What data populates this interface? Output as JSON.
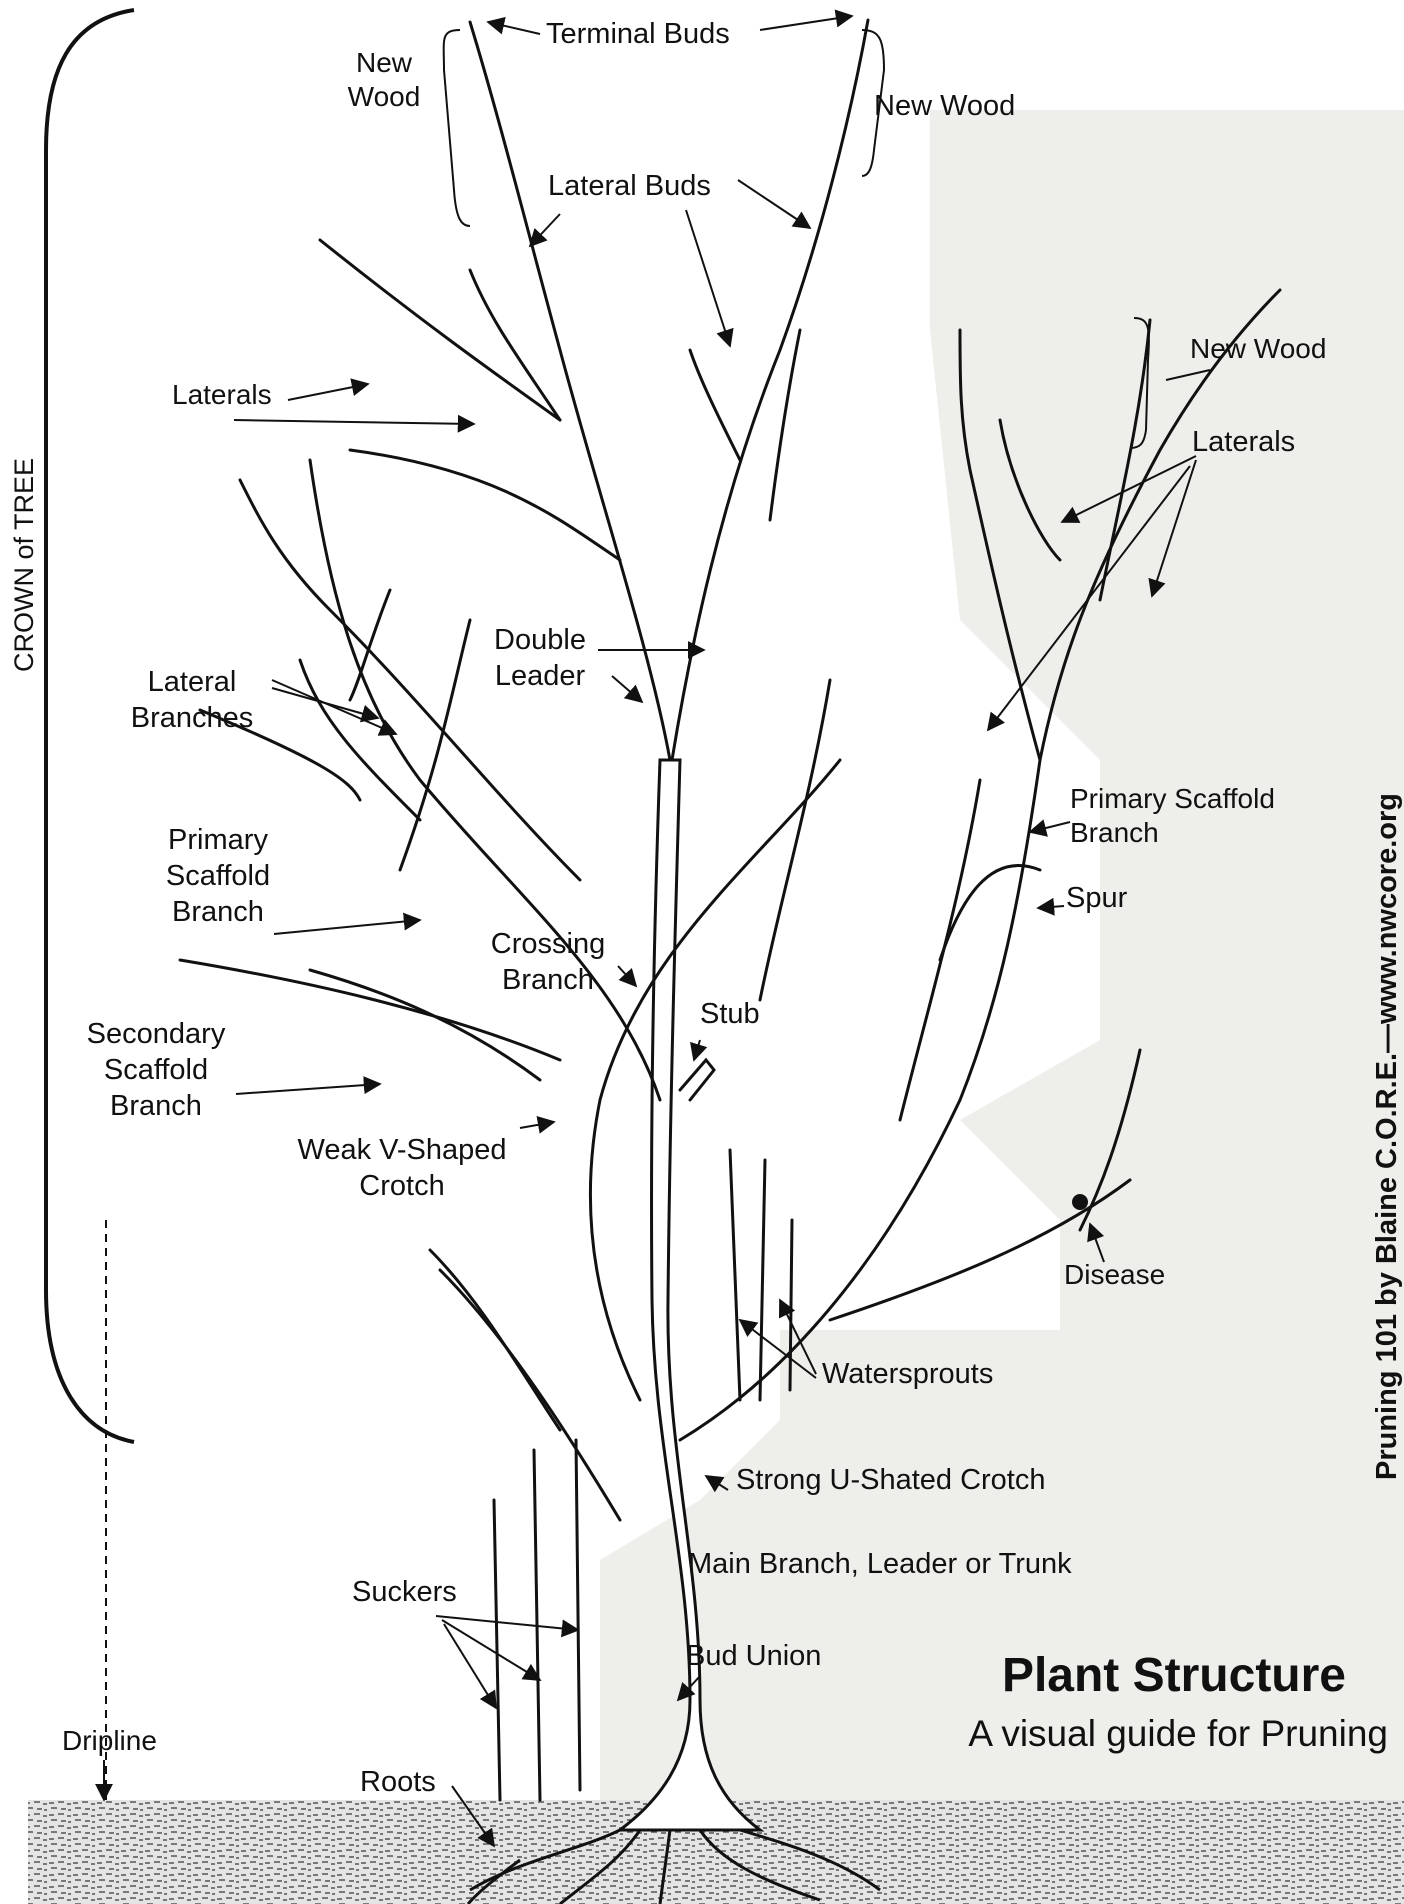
{
  "title": "Plant Structure",
  "subtitle": "A visual guide for Pruning",
  "credit": "Pruning 101 by Blaine C.O.R.E.—www.nwcore.org",
  "crown_label": "CROWN of TREE",
  "labels": {
    "terminal_buds": "Terminal Buds",
    "new_wood_left": "New\nWood",
    "new_wood_top_right": "New Wood",
    "new_wood_right": "New Wood",
    "lateral_buds": "Lateral Buds",
    "laterals_left": "Laterals",
    "laterals_right": "Laterals",
    "double_leader": "Double\nLeader",
    "lateral_branches": "Lateral\nBranches",
    "primary_scaffold_left": "Primary\nScaffold\nBranch",
    "primary_scaffold_right": "Primary Scaffold\nBranch",
    "spur": "Spur",
    "crossing_branch": "Crossing\nBranch",
    "stub": "Stub",
    "secondary_scaffold": "Secondary\nScaffold\nBranch",
    "weak_crotch": "Weak V-Shaped\nCrotch",
    "disease": "Disease",
    "watersprouts": "Watersprouts",
    "strong_crotch": "Strong U-Shated Crotch",
    "main_branch": "Main Branch, Leader or Trunk",
    "suckers": "Suckers",
    "bud_union": "Bud Union",
    "dripline": "Dripline",
    "roots": "Roots"
  },
  "colors": {
    "ink": "#111111",
    "background_shade": "#eeeeea",
    "soil": "#d6d6d6"
  }
}
